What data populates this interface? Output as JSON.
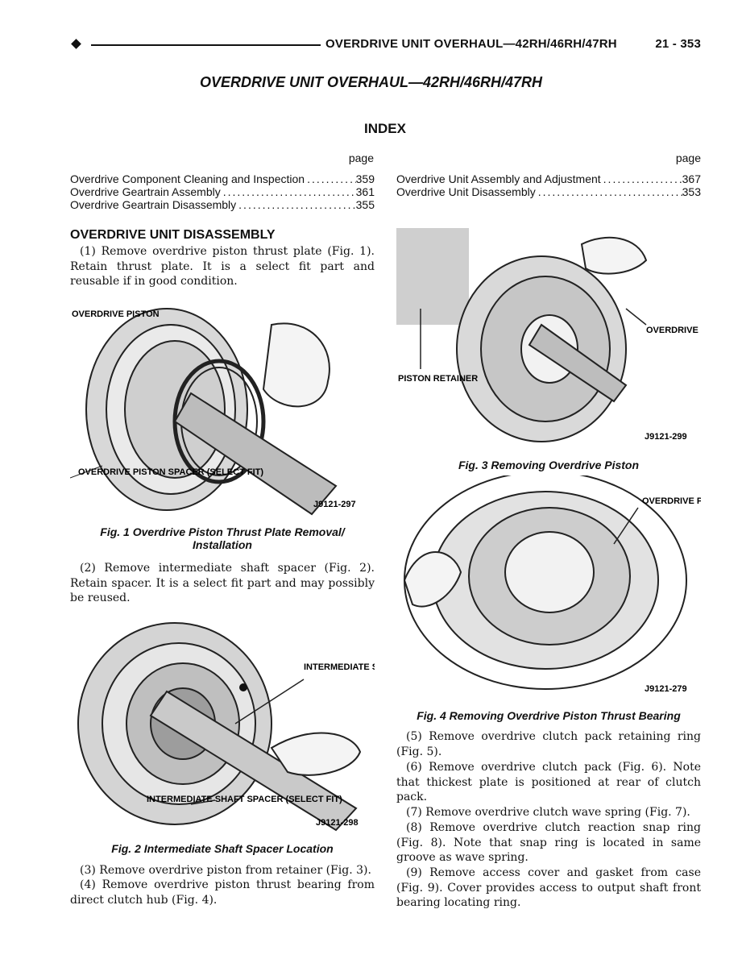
{
  "header": {
    "running_title": "OVERDRIVE UNIT OVERHAUL—42RH/46RH/47RH",
    "page_ref": "21 - 353"
  },
  "title": "OVERDRIVE UNIT OVERHAUL—42RH/46RH/47RH",
  "index": {
    "heading": "INDEX",
    "page_label": "page",
    "left": [
      {
        "title": "Overdrive Component Cleaning and Inspection",
        "page": "359"
      },
      {
        "title": "Overdrive Geartrain Assembly",
        "page": "361"
      },
      {
        "title": "Overdrive Geartrain Disassembly",
        "page": "355"
      }
    ],
    "right": [
      {
        "title": "Overdrive Unit Assembly and Adjustment",
        "page": "367"
      },
      {
        "title": "Overdrive Unit Disassembly",
        "page": "353"
      }
    ]
  },
  "section": {
    "heading": "OVERDRIVE UNIT DISASSEMBLY",
    "steps": [
      "(1) Remove overdrive piston thrust plate (Fig. 1). Retain thrust plate. It is a select fit part and reusable if in good condition.",
      "(2) Remove intermediate shaft spacer (Fig. 2). Retain spacer. It is a select fit part and may possibly be reused.",
      "(3) Remove overdrive piston from retainer (Fig. 3).",
      "(4) Remove overdrive piston thrust bearing from direct clutch hub (Fig. 4).",
      "(5) Remove overdrive clutch pack retaining ring (Fig. 5).",
      "(6) Remove overdrive clutch pack (Fig. 6). Note that thickest plate is positioned at rear of clutch pack.",
      "(7) Remove overdrive clutch wave spring (Fig. 7).",
      "(8) Remove overdrive clutch reaction snap ring (Fig. 8). Note that snap ring is located in same groove as wave spring.",
      "(9) Remove access cover and gasket from case (Fig. 9). Cover provides access to output shaft front bearing locating ring."
    ]
  },
  "figures": [
    {
      "caption": "Fig. 1 Overdrive Piston Thrust Plate Removal/ Installation",
      "id": "J9121-297",
      "callouts": [
        "OVERDRIVE PISTON",
        "OVERDRIVE PISTON SPACER (SELECT FIT)"
      ]
    },
    {
      "caption": "Fig. 2 Intermediate Shaft Spacer Location",
      "id": "J9121-298",
      "callouts": [
        "INTERMEDIATE SHAFT",
        "INTERMEDIATE SHAFT SPACER (SELECT FIT)"
      ]
    },
    {
      "caption": "Fig. 3 Removing Overdrive Piston",
      "id": "J9121-299",
      "callouts": [
        "OVERDRIVE PISTON",
        "PISTON RETAINER"
      ]
    },
    {
      "caption": "Fig. 4 Removing Overdrive Piston Thrust Bearing",
      "id": "J9121-279",
      "callouts": [
        "OVERDRIVE PISTON THRUST BEARING"
      ]
    }
  ]
}
